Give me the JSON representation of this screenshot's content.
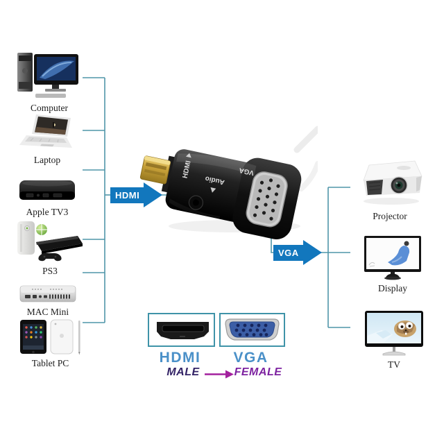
{
  "diagram": {
    "sources": [
      {
        "label": "Computer"
      },
      {
        "label": "Laptop"
      },
      {
        "label": "Apple TV3"
      },
      {
        "label": "PS3"
      },
      {
        "label": "MAC Mini"
      },
      {
        "label": "Tablet PC"
      }
    ],
    "outputs": [
      {
        "label": "Projector"
      },
      {
        "label": "Display"
      },
      {
        "label": "TV"
      }
    ],
    "connectors": {
      "hdmi_arrow_label": "HDMI",
      "vga_arrow_label": "VGA"
    },
    "adapter": {
      "print_hdmi": "HDMI",
      "print_audio": "Audio",
      "print_vga": "VGA"
    },
    "legend": {
      "hdmi_label": "HDMI",
      "vga_label": "VGA",
      "male_label": "MALE",
      "female_label": "FEMALE"
    },
    "colors": {
      "line_teal": "#4f95a8",
      "arrow_blue": "#1277bd",
      "legend_blue": "#4a90c8",
      "male_text": "#332366",
      "female_text": "#7d22a0",
      "male_female_arrow": "#a3209e",
      "vga_face_blue": "#3c5ea6"
    }
  }
}
